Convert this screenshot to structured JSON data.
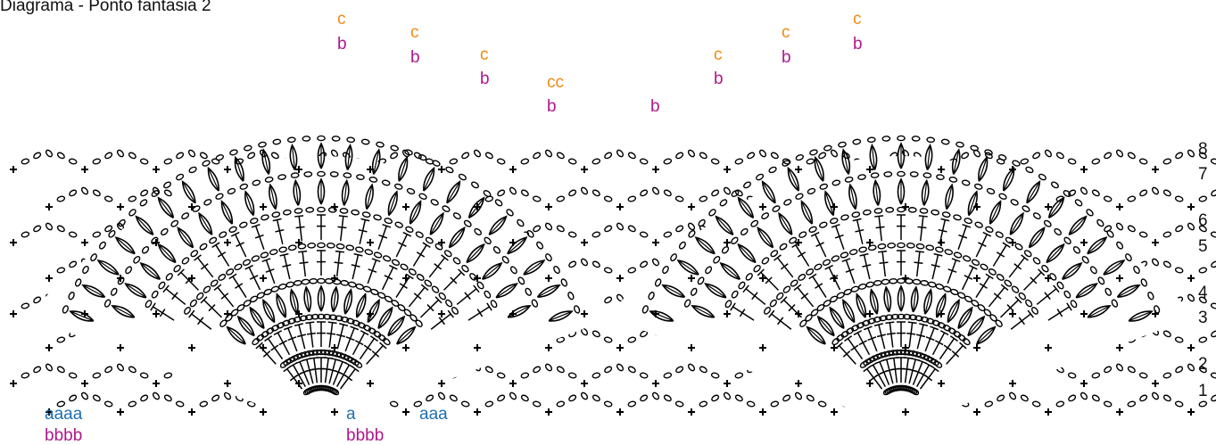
{
  "title": "Diagrama - Ponto fantasia 2",
  "colors": {
    "ink": "#000000",
    "a": "#1f6fb2",
    "b": "#b0188c",
    "c": "#f08a10"
  },
  "row_numbers": [
    "1",
    "2",
    "3",
    "4",
    "5",
    "6",
    "7",
    "8"
  ],
  "annotations": {
    "c": [
      "c",
      "c",
      "c",
      "cc",
      "c",
      "c",
      "c"
    ],
    "b_top": [
      "b",
      "b",
      "b",
      "b",
      "b",
      "b",
      "b",
      "b"
    ],
    "a": [
      "aaaa",
      "a",
      "aaa"
    ],
    "b_bottom": [
      "bbbb",
      "bbbb"
    ]
  },
  "symbols": {
    "chain": "oval",
    "single_crochet": "plus",
    "double_crochet": "T-with-bar",
    "cluster": "leaf"
  }
}
